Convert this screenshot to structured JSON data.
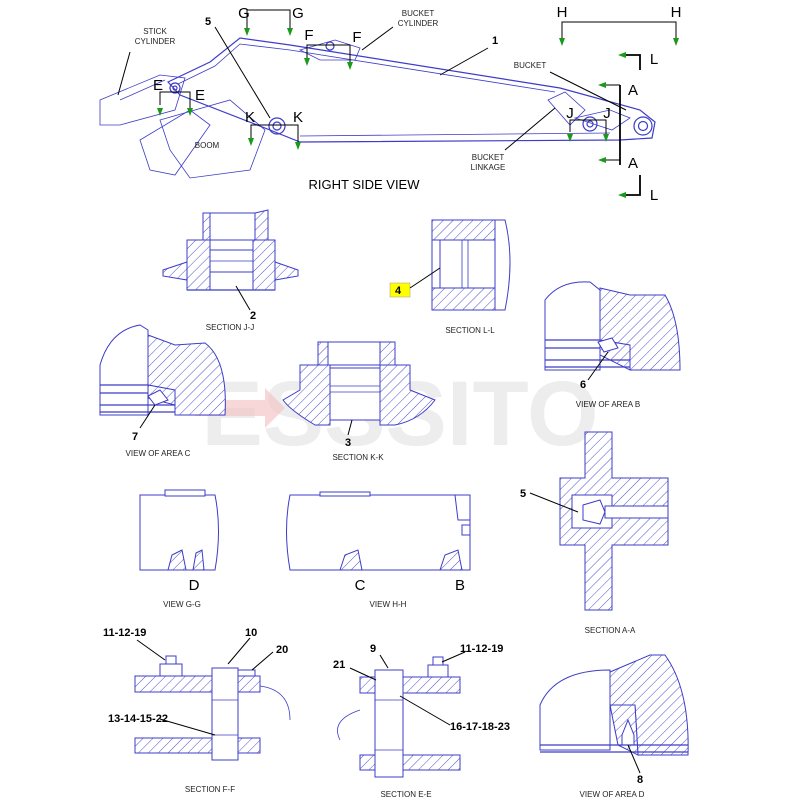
{
  "colors": {
    "line": "#3c3cc8",
    "arrow": "#1a9a1a",
    "highlight": "#ffff00",
    "watermark": "#cccccc",
    "watermark_accent": "#e06060"
  },
  "top_view": {
    "title": "RIGHT SIDE VIEW",
    "labels": {
      "stick_cylinder": [
        "STICK",
        "CYLINDER"
      ],
      "bucket_cylinder": [
        "BUCKET",
        "CYLINDER"
      ],
      "bucket": "BUCKET",
      "bucket_linkage": [
        "BUCKET",
        "LINKAGE"
      ],
      "boom": "BOOM"
    },
    "section_letters": {
      "G": "G",
      "F": "F",
      "E": "E",
      "K": "K",
      "J": "J",
      "A": "A",
      "H": "H",
      "L": "L"
    },
    "callouts": {
      "c1": "1",
      "c5": "5"
    }
  },
  "sections": {
    "jj": {
      "caption": "SECTION J-J",
      "callout": "2"
    },
    "ll": {
      "caption": "SECTION L-L",
      "callout": "4"
    },
    "area_b": {
      "caption": "VIEW OF AREA B",
      "callout": "6"
    },
    "area_c": {
      "caption": "VIEW OF AREA C",
      "callout": "7"
    },
    "kk": {
      "caption": "SECTION K-K",
      "callout": "3"
    },
    "aa": {
      "caption": "SECTION A-A",
      "callout": "5"
    },
    "gg": {
      "caption": "VIEW G-G",
      "letter": "D"
    },
    "hh": {
      "caption": "VIEW H-H",
      "letter_c": "C",
      "letter_b": "B"
    },
    "ff": {
      "caption": "SECTION F-F",
      "callouts": {
        "a": "11-12-19",
        "b": "10",
        "c": "20",
        "d": "13-14-15-22"
      }
    },
    "ee": {
      "caption": "SECTION E-E",
      "callouts": {
        "a": "9",
        "b": "21",
        "c": "11-12-19",
        "d": "16-17-18-23"
      }
    },
    "area_d": {
      "caption": "VIEW OF AREA D",
      "callout": "8"
    }
  },
  "watermark": {
    "text": "ESSSITO"
  }
}
